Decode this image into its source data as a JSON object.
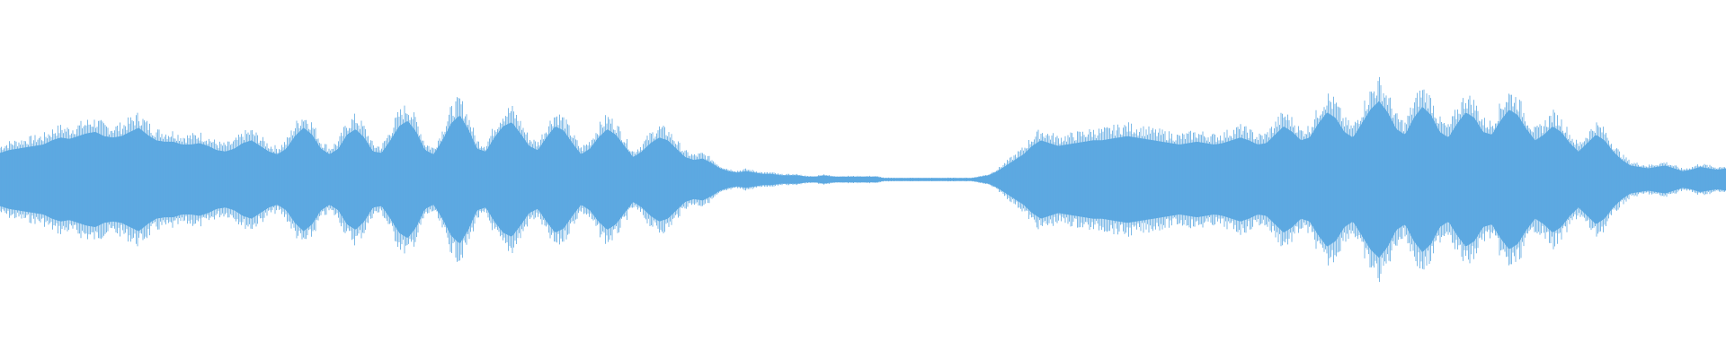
{
  "waveform": {
    "color": "#5DA9E1",
    "background": "#FFFFFF",
    "peak_envelope": [
      0.19,
      0.21,
      0.22,
      0.23,
      0.24,
      0.25,
      0.28,
      0.3,
      0.29,
      0.31,
      0.33,
      0.34,
      0.31,
      0.3,
      0.31,
      0.34,
      0.37,
      0.32,
      0.28,
      0.27,
      0.27,
      0.25,
      0.25,
      0.26,
      0.24,
      0.21,
      0.2,
      0.22,
      0.26,
      0.28,
      0.24,
      0.2,
      0.18,
      0.22,
      0.31,
      0.37,
      0.32,
      0.22,
      0.18,
      0.22,
      0.32,
      0.36,
      0.3,
      0.2,
      0.19,
      0.28,
      0.38,
      0.42,
      0.34,
      0.21,
      0.18,
      0.28,
      0.4,
      0.46,
      0.36,
      0.22,
      0.2,
      0.3,
      0.38,
      0.41,
      0.33,
      0.24,
      0.21,
      0.3,
      0.38,
      0.35,
      0.26,
      0.18,
      0.22,
      0.3,
      0.36,
      0.32,
      0.24,
      0.16,
      0.2,
      0.26,
      0.3,
      0.28,
      0.22,
      0.16,
      0.14,
      0.15,
      0.12,
      0.08,
      0.06,
      0.05,
      0.06,
      0.05,
      0.04,
      0.04,
      0.03,
      0.03,
      0.03,
      0.02,
      0.02,
      0.03,
      0.02,
      0.02,
      0.02,
      0.02,
      0.02,
      0.02,
      0.01,
      0.01,
      0.01,
      0.01,
      0.01,
      0.01,
      0.01,
      0.01,
      0.01,
      0.01,
      0.01,
      0.02,
      0.03,
      0.06,
      0.1,
      0.14,
      0.18,
      0.24,
      0.28,
      0.26,
      0.24,
      0.25,
      0.26,
      0.27,
      0.28,
      0.28,
      0.29,
      0.3,
      0.31,
      0.3,
      0.29,
      0.28,
      0.27,
      0.26,
      0.25,
      0.26,
      0.27,
      0.26,
      0.25,
      0.26,
      0.28,
      0.3,
      0.28,
      0.25,
      0.26,
      0.32,
      0.38,
      0.34,
      0.28,
      0.3,
      0.4,
      0.48,
      0.44,
      0.34,
      0.3,
      0.4,
      0.5,
      0.56,
      0.48,
      0.36,
      0.32,
      0.44,
      0.52,
      0.46,
      0.34,
      0.3,
      0.4,
      0.48,
      0.44,
      0.34,
      0.32,
      0.42,
      0.5,
      0.46,
      0.36,
      0.28,
      0.32,
      0.38,
      0.34,
      0.26,
      0.2,
      0.26,
      0.32,
      0.28,
      0.2,
      0.14,
      0.1,
      0.09,
      0.08,
      0.09,
      0.1,
      0.08,
      0.06,
      0.07,
      0.09,
      0.08,
      0.07,
      0.08
    ]
  }
}
